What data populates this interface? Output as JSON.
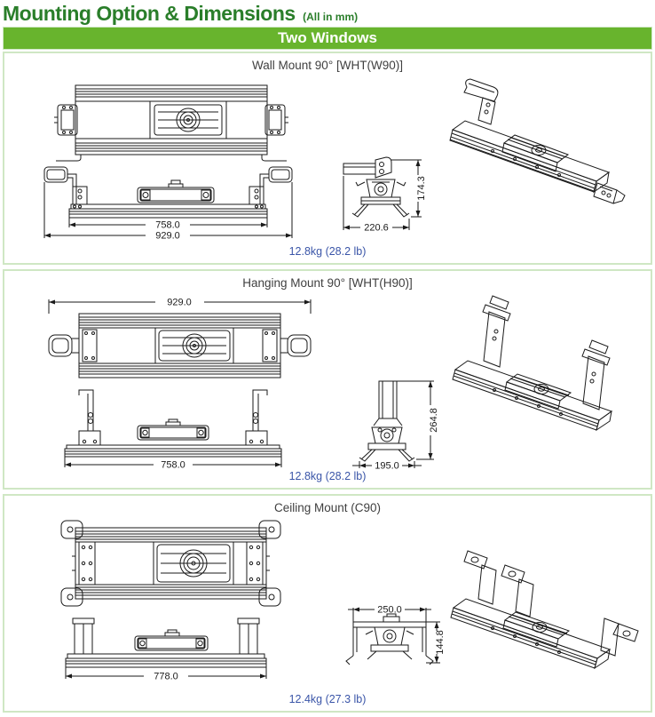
{
  "header": {
    "title": "Mounting Option & Dimensions",
    "subtitle": "(All in mm)",
    "banner": "Two Windows"
  },
  "colors": {
    "title_green": "#2a7e2a",
    "banner_green": "#68b42d",
    "section_border": "#cfe7c4",
    "weight_blue": "#3a55a8",
    "drawing_line": "#1a1a1a"
  },
  "sections": [
    {
      "title": "Wall Mount 90° [WHT(W90)]",
      "weight": "12.8kg (28.2 lb)",
      "dims": {
        "front_inner": "758.0",
        "front_outer": "929.0",
        "side_width": "220.6",
        "side_height": "174.3"
      }
    },
    {
      "title": "Hanging Mount 90° [WHT(H90)]",
      "weight": "12.8kg (28.2 lb)",
      "dims": {
        "top_width": "929.0",
        "front_width": "758.0",
        "side_width": "195.0",
        "side_height": "264.8"
      }
    },
    {
      "title": "Ceiling Mount (C90)",
      "weight": "12.4kg (27.3 lb)",
      "dims": {
        "front_width": "778.0",
        "side_width": "250.0",
        "side_height": "144.8"
      }
    }
  ]
}
